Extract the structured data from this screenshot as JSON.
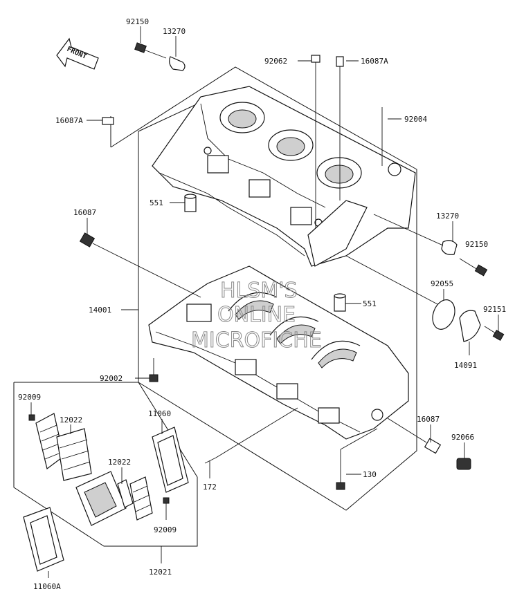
{
  "front_label": "FRONT",
  "watermark": [
    "HLSM'S",
    "ONLINE",
    "MICROFICHE"
  ],
  "callouts": {
    "c92150_top": "92150",
    "c13270_top": "13270",
    "c92062": "92062",
    "c16087A_right": "16087A",
    "c16087A_left": "16087A",
    "c92004": "92004",
    "c551_upper": "551",
    "c16087_left": "16087",
    "c13270_right": "13270",
    "c92150_right": "92150",
    "c92055": "92055",
    "c92151": "92151",
    "c14001": "14001",
    "c551_lower": "551",
    "c14091": "14091",
    "c92002": "92002",
    "c92009_top": "92009",
    "c12022_top": "12022",
    "c11060": "11060",
    "c16087_right": "16087",
    "c92066": "92066",
    "c12022_mid": "12022",
    "c172": "172",
    "c130": "130",
    "c92009_bottom": "92009",
    "c12021": "12021",
    "c11060A": "11060A"
  },
  "colors": {
    "line": "#111111",
    "watermark": "#8a8a8a",
    "background": "#ffffff"
  }
}
